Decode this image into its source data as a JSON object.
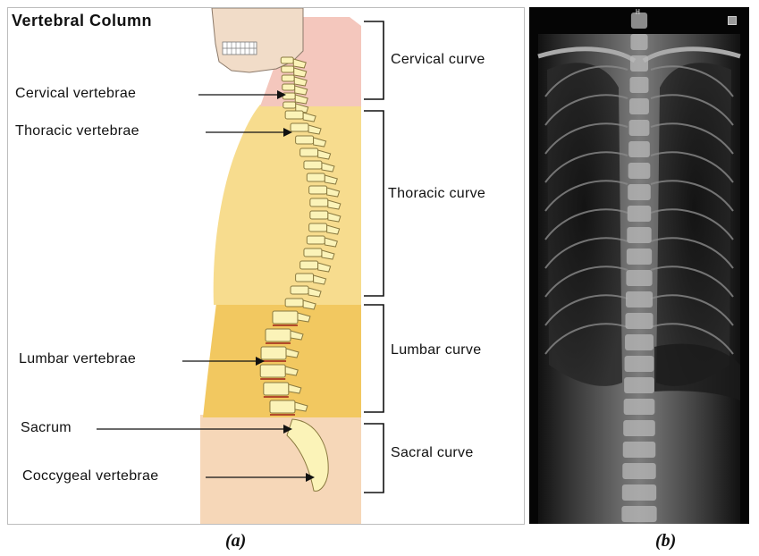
{
  "panel_a": {
    "title": "Vertebral Column",
    "labels": {
      "cervical_vertebrae": "Cervical vertebrae",
      "thoracic_vertebrae": "Thoracic vertebrae",
      "lumbar_vertebrae": "Lumbar vertebrae",
      "sacrum": "Sacrum",
      "coccygeal_vertebrae": "Coccygeal vertebrae"
    },
    "curves": {
      "cervical": "Cervical curve",
      "thoracic": "Thoracic curve",
      "lumbar": "Lumbar curve",
      "sacral": "Sacral curve"
    },
    "colors": {
      "cervical_region": "#f4c7bd",
      "thoracic_region": "#f7dc8e",
      "lumbar_region": "#f2c860",
      "sacral_region": "#f6d7b8",
      "bone": "#fbf3b8"
    }
  },
  "panel_b": {
    "marker_top": "H"
  },
  "captions": {
    "a": "(a)",
    "b": "(b)"
  }
}
